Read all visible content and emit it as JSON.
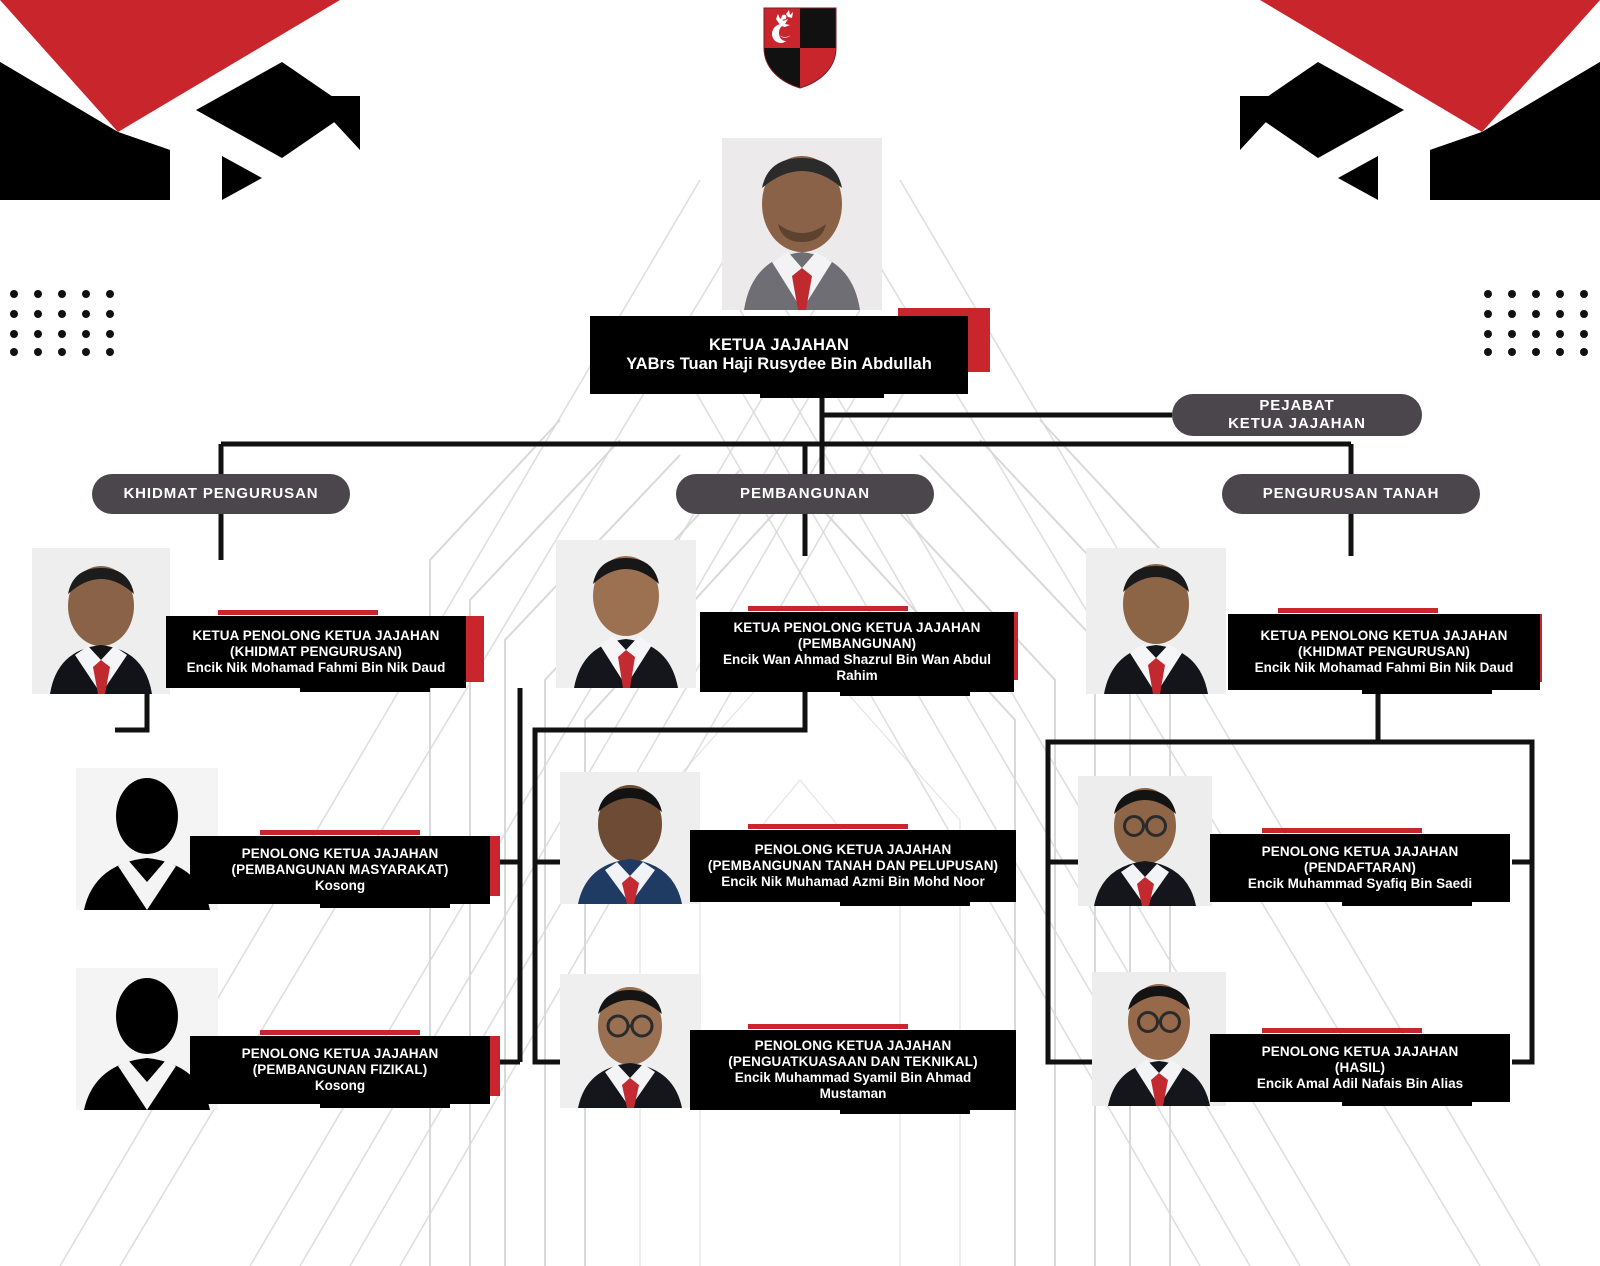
{
  "org": {
    "crest_name": "kelantan-state-crest",
    "colors": {
      "accent_red": "#c8252c",
      "plate_black": "#000000",
      "pill_grey": "#4a464b",
      "page_bg": "#ffffff"
    },
    "leader": {
      "title": "KETUA JAJAHAN",
      "name": "YABrs Tuan Haji Rusydee Bin Abdullah",
      "photo": "portrait-ketua-jajahan"
    },
    "office_pill": {
      "line1": "PEJABAT",
      "line2": "KETUA JAJAHAN"
    },
    "divisions": [
      {
        "label": "KHIDMAT PENGURUSAN"
      },
      {
        "label": "PEMBANGUNAN"
      },
      {
        "label": "PENGURUSAN TANAH"
      }
    ],
    "columns": [
      {
        "key": "khidmat-pengurusan",
        "nodes": [
          {
            "title": "KETUA PENOLONG KETUA JAJAHAN",
            "unit": "(KHIDMAT PENGURUSAN)",
            "name": "Encik Nik Mohamad Fahmi Bin Nik Daud",
            "photo": "portrait-nik-mohamad-fahmi",
            "vacant": false
          },
          {
            "title": "PENOLONG KETUA JAJAHAN",
            "unit": "(PEMBANGUNAN MASYARAKAT)",
            "name": "Kosong",
            "photo": "silhouette-placeholder",
            "vacant": true
          },
          {
            "title": "PENOLONG KETUA JAJAHAN",
            "unit": "(PEMBANGUNAN FIZIKAL)",
            "name": "Kosong",
            "photo": "silhouette-placeholder",
            "vacant": true
          }
        ]
      },
      {
        "key": "pembangunan",
        "nodes": [
          {
            "title": "KETUA PENOLONG KETUA JAJAHAN",
            "unit": "(PEMBANGUNAN)",
            "name": "Encik Wan Ahmad Shazrul Bin Wan Abdul Rahim",
            "photo": "portrait-wan-ahmad-shazrul",
            "vacant": false
          },
          {
            "title": "PENOLONG KETUA JAJAHAN",
            "unit": "(PEMBANGUNAN TANAH DAN PELUPUSAN)",
            "name": "Encik Nik Muhamad Azmi Bin Mohd Noor",
            "photo": "portrait-nik-muhamad-azmi",
            "vacant": false
          },
          {
            "title": "PENOLONG KETUA JAJAHAN",
            "unit": "(PENGUATKUASAAN DAN TEKNIKAL)",
            "name": "Encik Muhammad Syamil Bin Ahmad Mustaman",
            "photo": "portrait-muhammad-syamil",
            "vacant": false
          }
        ]
      },
      {
        "key": "pengurusan-tanah",
        "nodes": [
          {
            "title": "KETUA PENOLONG KETUA JAJAHAN",
            "unit": "(KHIDMAT PENGURUSAN)",
            "name": "Encik Nik Mohamad Fahmi Bin Nik Daud",
            "photo": "portrait-nik-mohamad-fahmi-2",
            "vacant": false
          },
          {
            "title": "PENOLONG KETUA JAJAHAN",
            "unit": "(PENDAFTARAN)",
            "name": "Encik Muhammad Syafiq Bin Saedi",
            "photo": "portrait-muhammad-syafiq",
            "vacant": false
          },
          {
            "title": "PENOLONG KETUA JAJAHAN",
            "unit": "(HASIL)",
            "name": "Encik Amal Adil Nafais Bin Alias",
            "photo": "portrait-amal-adil-nafais",
            "vacant": false
          }
        ]
      }
    ]
  }
}
